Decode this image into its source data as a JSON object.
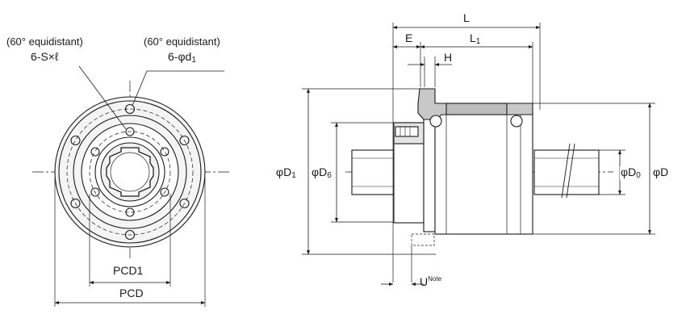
{
  "front_view": {
    "note_left": "(60° equidistant)",
    "note_left_spec": "6-S×ℓ",
    "note_right": "(60° equidistant)",
    "note_right_spec_prefix": "6-φ",
    "note_right_spec_main": "d",
    "note_right_spec_sub": "1",
    "dim_pcd1": "PCD1",
    "dim_pcd": "PCD"
  },
  "side_view": {
    "dim_L": "L",
    "dim_E": "E",
    "dim_L1_main": "L",
    "dim_L1_sub": "1",
    "dim_H": "H",
    "dim_D1_prefix": "φ",
    "dim_D1_main": "D",
    "dim_D1_sub": "1",
    "dim_D6_prefix": "φ",
    "dim_D6_main": "D",
    "dim_D6_sub": "6",
    "dim_D0_prefix": "φ",
    "dim_D0_main": "D",
    "dim_D0_sub": "0",
    "dim_D_prefix": "φ",
    "dim_D_main": "D",
    "dim_U_main": "U",
    "dim_U_note": "Note"
  },
  "colors": {
    "line": "#1a1a1a",
    "fill_light": "#ececec",
    "fill_mid": "#bdbdbd"
  }
}
